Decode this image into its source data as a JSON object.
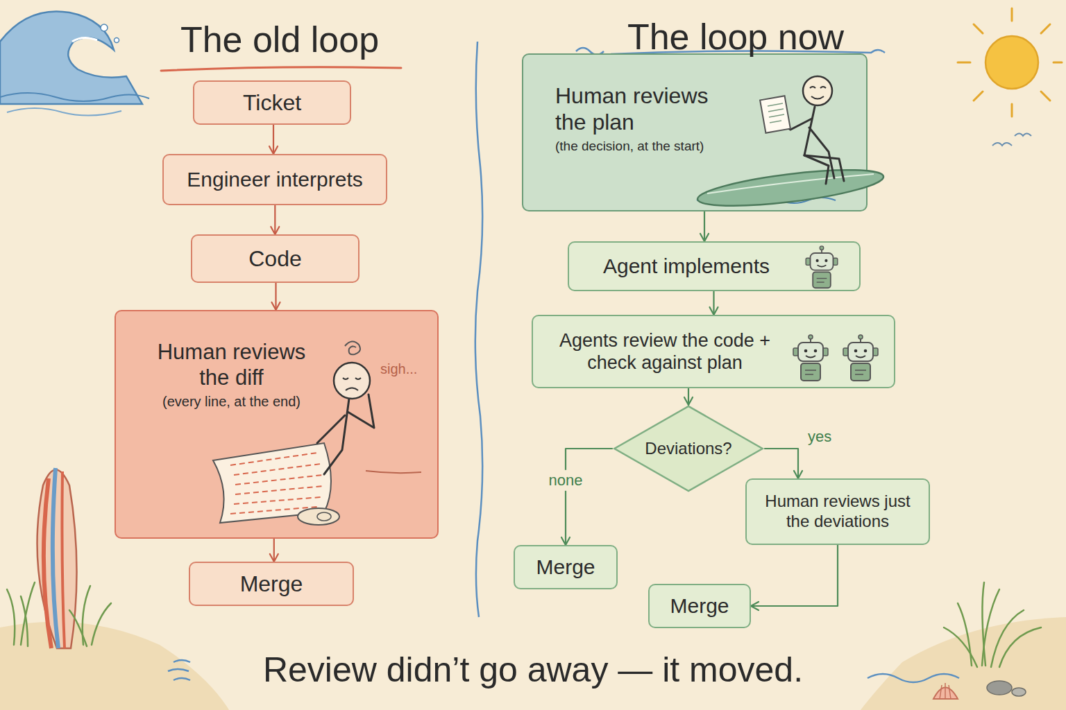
{
  "diagram": {
    "caption": "Review didn’t go away — it moved.",
    "nodes": [
      {
        "text": [
          "Ticket"
        ]
      },
      {
        "text": [
          "Engineer interprets"
        ]
      },
      {
        "text": [
          "Code"
        ]
      },
      {
        "text": [
          "Human reviews the diff",
          "(every line, at the end)"
        ]
      },
      {
        "text": [
          "Merge"
        ]
      },
      {
        "text": [
          "Human reviews the plan",
          "(the decision, at the start)"
        ]
      },
      {
        "text": [
          "Agent implements"
        ]
      },
      {
        "text": [
          "Agents review the code + check against plan"
        ]
      },
      {
        "text": [
          "Deviations?"
        ]
      },
      {
        "text": [
          "Merge"
        ]
      },
      {
        "text": [
          "Human reviews just the deviations"
        ]
      },
      {
        "text": [
          "Merge"
        ]
      }
    ],
    "edges": [
      {
        "from": 0,
        "to": 1,
        "arrow": "to"
      },
      {
        "from": 1,
        "to": 2,
        "arrow": "to"
      },
      {
        "from": 2,
        "to": 3,
        "arrow": "to"
      },
      {
        "from": 3,
        "to": 4,
        "arrow": "to"
      },
      {
        "from": 5,
        "to": 6,
        "arrow": "to"
      },
      {
        "from": 6,
        "to": 7,
        "arrow": "to"
      },
      {
        "from": 7,
        "to": 8,
        "arrow": "to"
      },
      {
        "from": 8,
        "to": 9,
        "label": "none",
        "arrow": "to"
      },
      {
        "from": 8,
        "to": 10,
        "label": "yes",
        "arrow": "to"
      },
      {
        "from": 10,
        "to": 11,
        "arrow": "to"
      }
    ],
    "labels": [
      "The old loop",
      "The loop now",
      "sigh..."
    ]
  }
}
